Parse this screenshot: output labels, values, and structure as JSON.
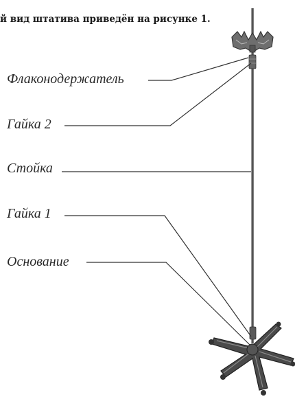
{
  "caption": "й вид штатива приведён на рисунке 1.",
  "labels": {
    "bottle_holder": "Флаконодержатель",
    "nut_2": "Гайка 2",
    "pole": "Стойка",
    "nut_1": "Гайка 1",
    "base": "Основание"
  }
}
